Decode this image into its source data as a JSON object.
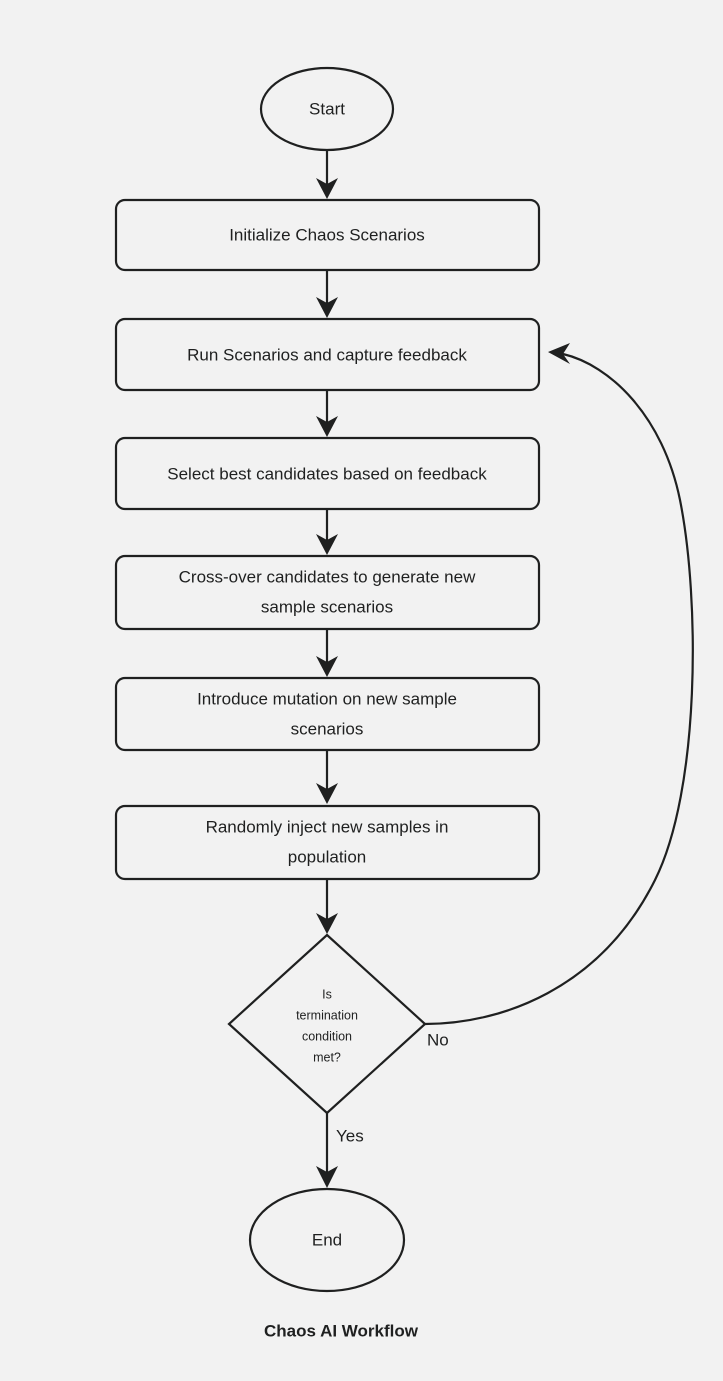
{
  "diagram": {
    "title": "Chaos AI Workflow",
    "background_color": "#f2f2f2",
    "stroke_color": "#1f2020",
    "node_fill": "#f2f2f2",
    "nodes": {
      "start": {
        "label": "Start",
        "shape": "ellipse"
      },
      "initialize": {
        "label": "Initialize Chaos Scenarios",
        "shape": "rounded-rect"
      },
      "run": {
        "label": "Run Scenarios and capture feedback",
        "shape": "rounded-rect"
      },
      "select": {
        "label": "Select best candidates based on feedback",
        "shape": "rounded-rect"
      },
      "crossover": {
        "shape": "rounded-rect",
        "line1": "Cross-over candidates to generate new",
        "line2": "sample scenarios"
      },
      "mutation": {
        "shape": "rounded-rect",
        "line1": "Introduce mutation on new sample",
        "line2": "scenarios"
      },
      "inject": {
        "shape": "rounded-rect",
        "line1": "Randomly inject new samples in",
        "line2": "population"
      },
      "decision": {
        "shape": "diamond",
        "line1": "Is",
        "line2": "termination",
        "line3": "condition",
        "line4": "met?"
      },
      "end": {
        "label": "End",
        "shape": "ellipse"
      }
    },
    "edges": {
      "no_label": "No",
      "yes_label": "Yes"
    }
  }
}
